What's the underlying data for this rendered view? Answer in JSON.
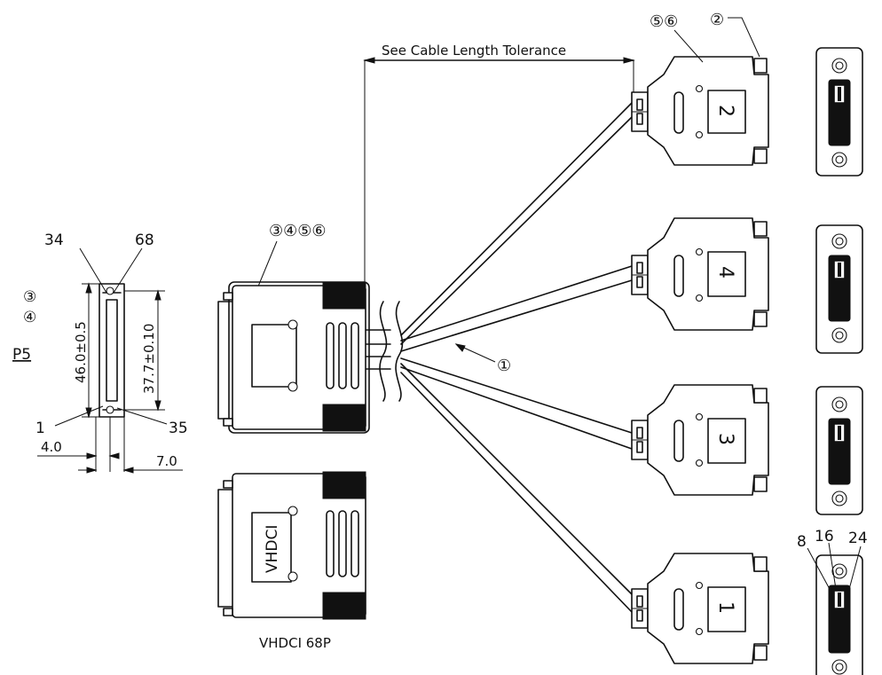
{
  "title_dimension": "See Cable Length Tolerance",
  "callouts": {
    "top_left_pair": "⑤⑥",
    "top_right": "②",
    "main_connector": "③④⑤⑥",
    "cable": "①",
    "side_view": "③\n④"
  },
  "side_view": {
    "part_label": "P5",
    "pin_top_left": "34",
    "pin_top_right": "68",
    "pin_bottom_left": "1",
    "pin_bottom_right": "35",
    "dim_height_outer": "46.0±0.5",
    "dim_height_inner": "37.7±0.10",
    "dim_width_left": "4.0",
    "dim_width_right": "7.0"
  },
  "main_connector": {
    "label": "VHDCI",
    "caption": "VHDCI 68P"
  },
  "branches": [
    {
      "label": "2"
    },
    {
      "label": "4"
    },
    {
      "label": "3"
    },
    {
      "label": "1"
    }
  ],
  "dvi_face_pins": {
    "p8": "8",
    "p16": "16",
    "p24": "24"
  }
}
